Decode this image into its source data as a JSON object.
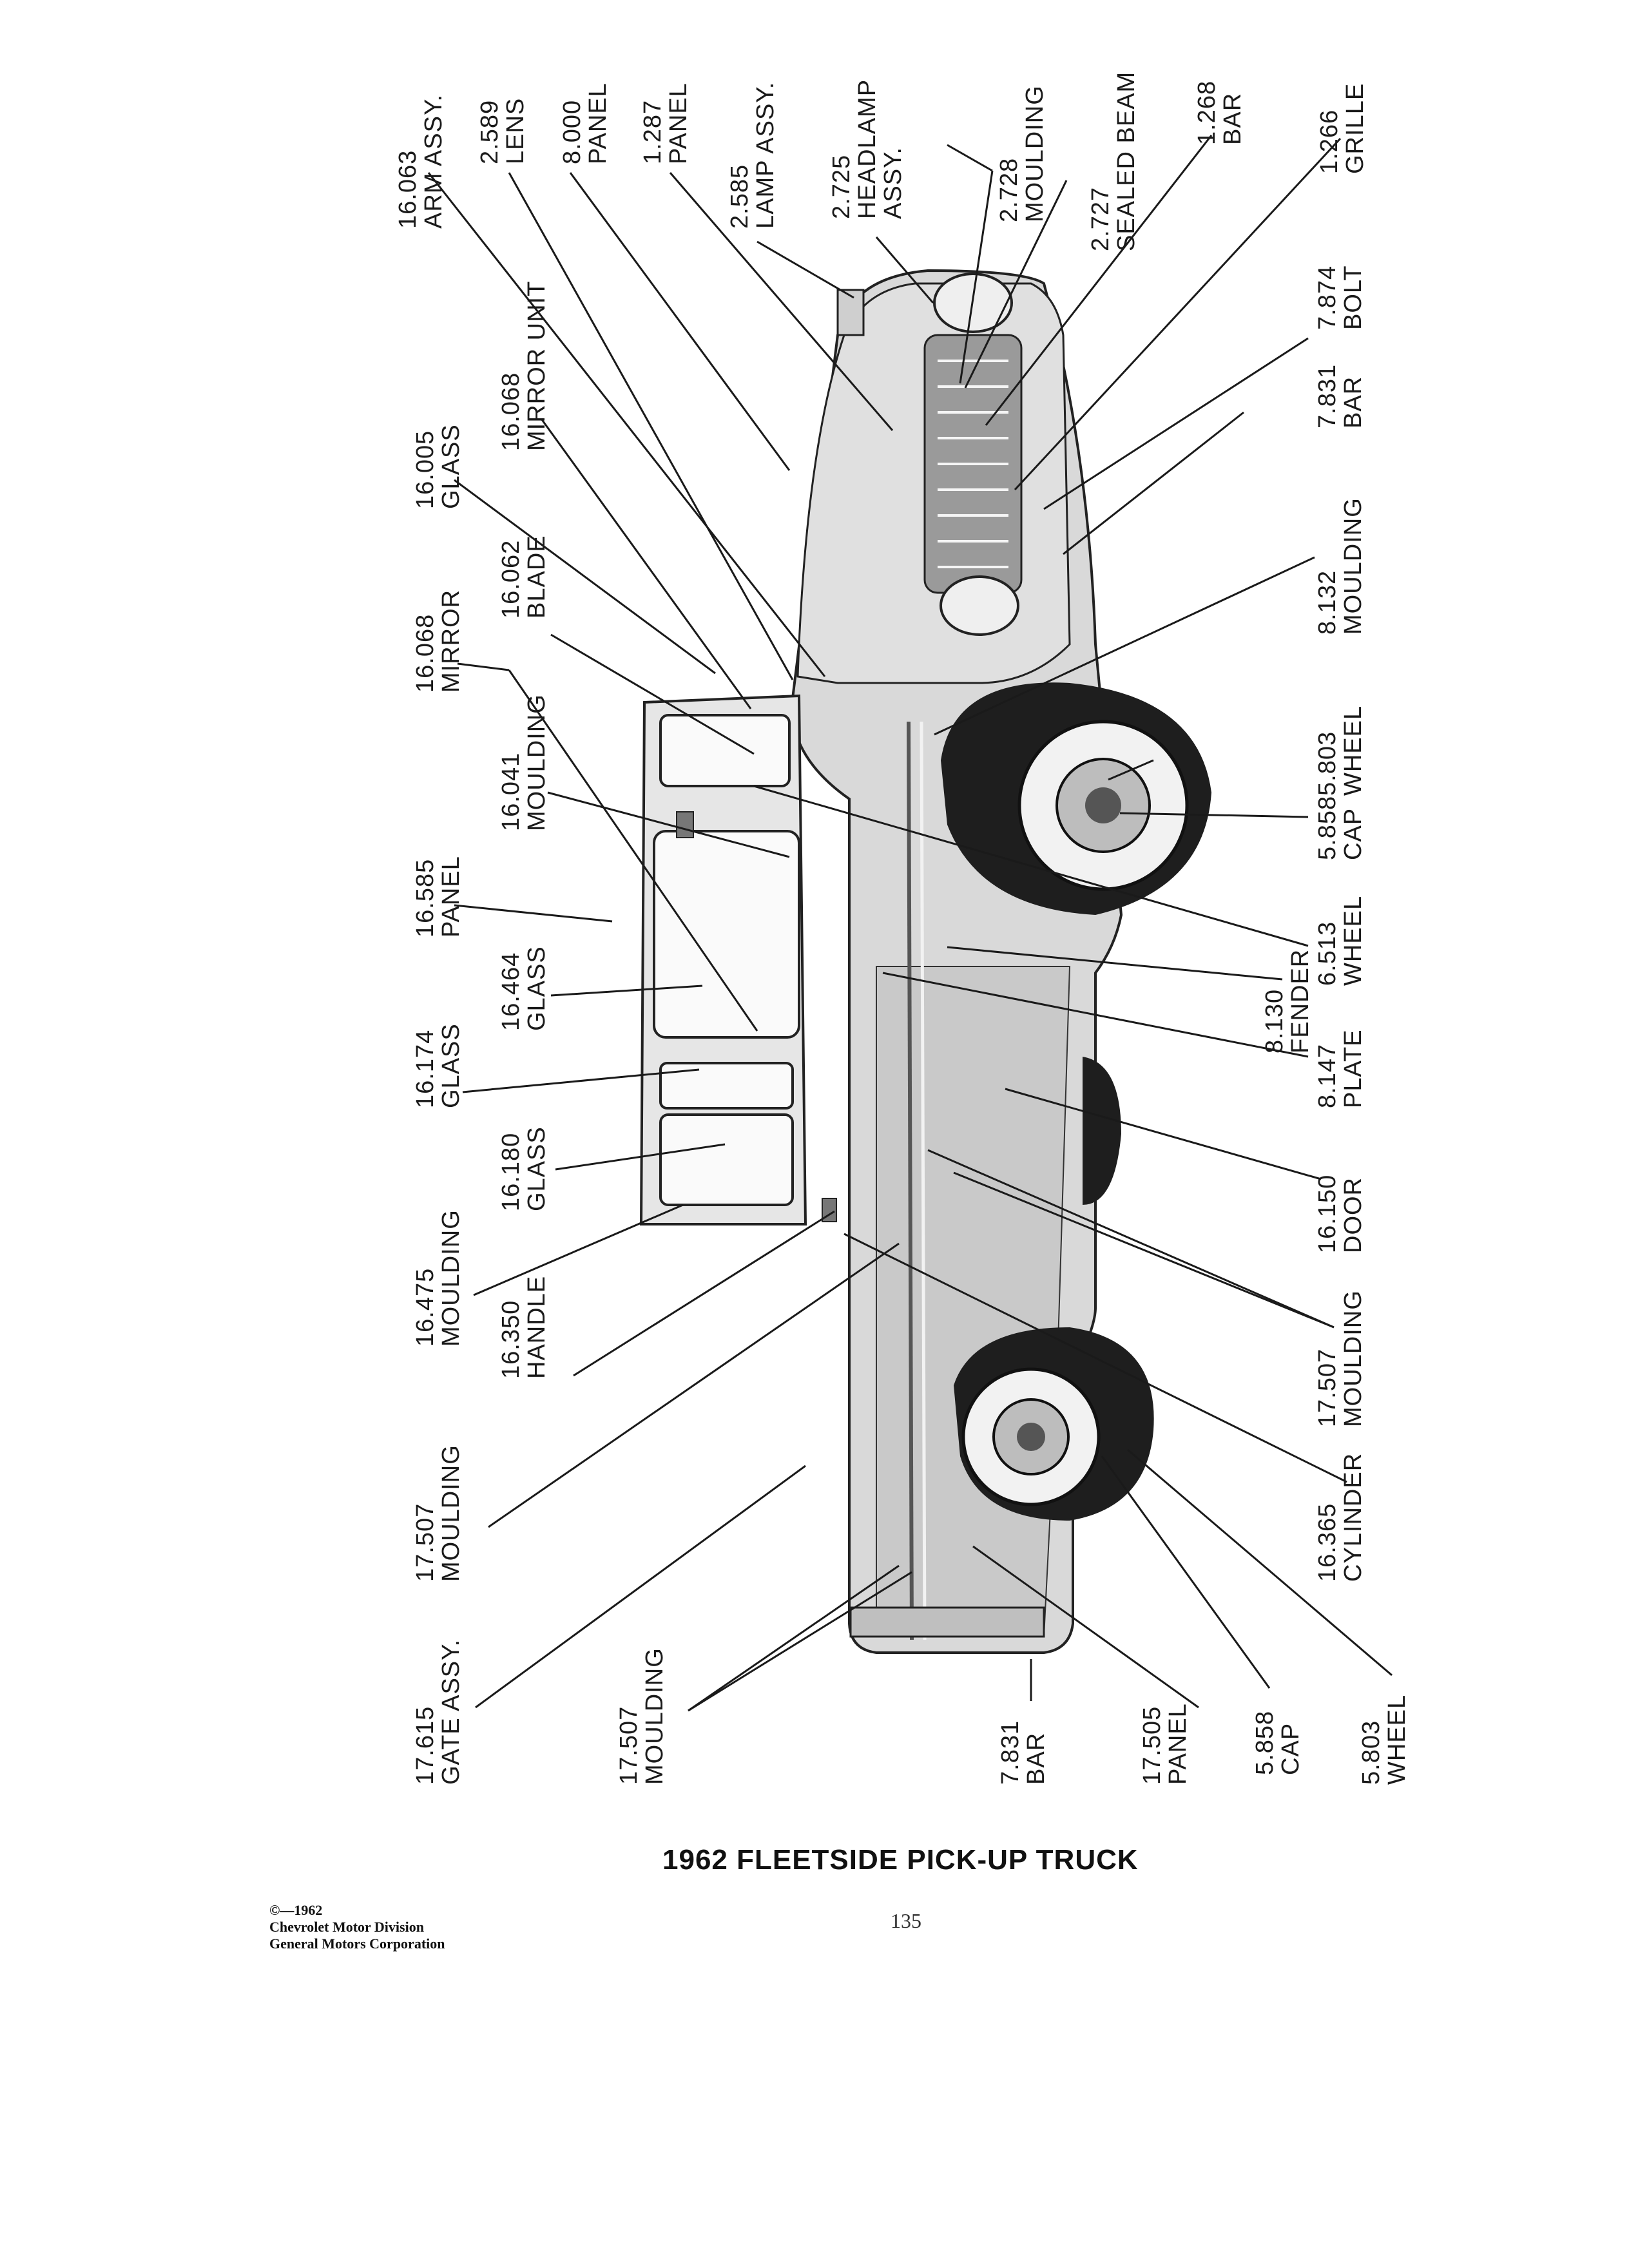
{
  "caption": "1962 FLEETSIDE PICK-UP TRUCK",
  "page_number": "135",
  "copyright": {
    "line1": "©—1962",
    "line2": "Chevrolet Motor Division",
    "line3": "General Motors Corporation"
  },
  "callouts": [
    {
      "id": "arm-assy",
      "number": "16.063",
      "name": "ARM ASSY."
    },
    {
      "id": "lens",
      "number": "2.589",
      "name": "LENS"
    },
    {
      "id": "panel-8000",
      "number": "8.000",
      "name": "PANEL"
    },
    {
      "id": "panel-1287",
      "number": "1.287",
      "name": "PANEL"
    },
    {
      "id": "lamp-assy",
      "number": "2.585",
      "name": "LAMP ASSY."
    },
    {
      "id": "headlamp-assy",
      "number": "2.725",
      "name": "HEADLAMP",
      "name2": "ASSY."
    },
    {
      "id": "moulding-2728",
      "number": "2.728",
      "name": "MOULDING"
    },
    {
      "id": "sealed-beam",
      "number": "2.727",
      "name": "SEALED BEAM"
    },
    {
      "id": "bar-1268",
      "number": "1.268",
      "name": "BAR"
    },
    {
      "id": "grille",
      "number": "1.266",
      "name": "GRILLE"
    },
    {
      "id": "bolt",
      "number": "7.874",
      "name": "BOLT"
    },
    {
      "id": "bar-7831-front",
      "number": "7.831",
      "name": "BAR"
    },
    {
      "id": "moulding-8132",
      "number": "8.132",
      "name": "MOULDING"
    },
    {
      "id": "wheel-5803-front",
      "number": "5.803",
      "name": "WHEEL"
    },
    {
      "id": "cap-5858-front",
      "number": "5.858",
      "name": "CAP"
    },
    {
      "id": "wheel-6513",
      "number": "6.513",
      "name": "WHEEL"
    },
    {
      "id": "fender",
      "number": "8.130",
      "name": "FENDER"
    },
    {
      "id": "plate",
      "number": "8.147",
      "name": "PLATE"
    },
    {
      "id": "door",
      "number": "16.150",
      "name": "DOOR"
    },
    {
      "id": "moulding-17507-right",
      "number": "17.507",
      "name": "MOULDING"
    },
    {
      "id": "cylinder",
      "number": "16.365",
      "name": "CYLINDER"
    },
    {
      "id": "wheel-5803-rear",
      "number": "5.803",
      "name": "WHEEL"
    },
    {
      "id": "cap-5858-rear",
      "number": "5.858",
      "name": "CAP"
    },
    {
      "id": "panel-17505",
      "number": "17.505",
      "name": "PANEL"
    },
    {
      "id": "bar-7831-rear",
      "number": "7.831",
      "name": "BAR"
    },
    {
      "id": "moulding-17507-bottom",
      "number": "17.507",
      "name": "MOULDING"
    },
    {
      "id": "gate-assy",
      "number": "17.615",
      "name": "GATE ASSY."
    },
    {
      "id": "moulding-17507-left",
      "number": "17.507",
      "name": "MOULDING"
    },
    {
      "id": "handle",
      "number": "16.350",
      "name": "HANDLE"
    },
    {
      "id": "moulding-16475",
      "number": "16.475",
      "name": "MOULDING"
    },
    {
      "id": "glass-16180",
      "number": "16.180",
      "name": "GLASS"
    },
    {
      "id": "glass-16174",
      "number": "16.174",
      "name": "GLASS"
    },
    {
      "id": "glass-16464",
      "number": "16.464",
      "name": "GLASS"
    },
    {
      "id": "panel-16585",
      "number": "16.585",
      "name": "PANEL"
    },
    {
      "id": "moulding-16041",
      "number": "16.041",
      "name": "MOULDING"
    },
    {
      "id": "mirror",
      "number": "16.068",
      "name": "MIRROR"
    },
    {
      "id": "blade",
      "number": "16.062",
      "name": "BLADE"
    },
    {
      "id": "glass-16005",
      "number": "16.005",
      "name": "GLASS"
    },
    {
      "id": "mirror-unit",
      "number": "16.068",
      "name": "MIRROR UNIT"
    }
  ]
}
